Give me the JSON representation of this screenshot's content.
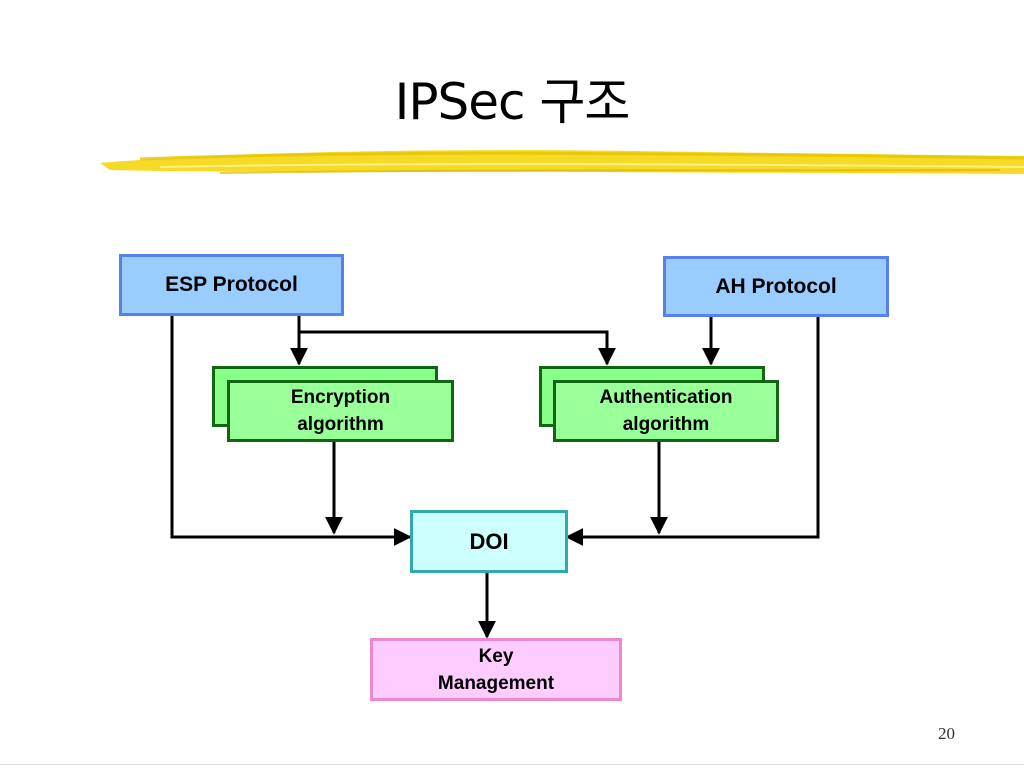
{
  "slide": {
    "title": "IPSec 구조",
    "page_number": "20"
  },
  "diagram": {
    "esp": "ESP Protocol",
    "ah": "AH Protocol",
    "encryption": [
      "Encryption",
      "algorithm"
    ],
    "authentication": [
      "Authentication",
      "algorithm"
    ],
    "doi": "DOI",
    "key": [
      "Key",
      "Management"
    ]
  },
  "colors": {
    "protocol_fill": "#99ccff",
    "algorithm_fill": "#99ff99",
    "doi_fill": "#ccffff",
    "key_fill": "#ffccff",
    "brush_accent": "#f2d000"
  }
}
